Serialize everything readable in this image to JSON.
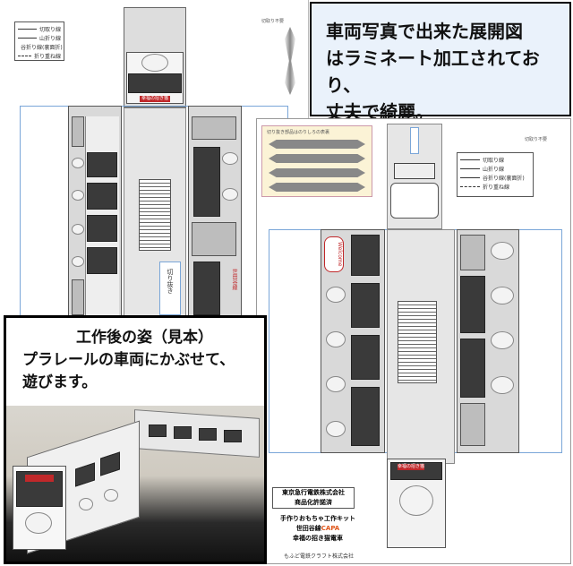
{
  "legend": {
    "items": [
      {
        "label": "切取り線",
        "style": "solid"
      },
      {
        "label": "山折り線",
        "style": "solid"
      },
      {
        "label": "谷折り線(裏面折)",
        "style": "solid"
      },
      {
        "label": "折り重ね線",
        "style": "dash"
      }
    ]
  },
  "sheet_left": {
    "corner_note": "切取り不要",
    "cut_label": "切り抜き",
    "front_plate": "幸福の招き猫",
    "side_banner": "世田谷線"
  },
  "sheet_right": {
    "header_note": "切り抜き部品はのりしろの表裏",
    "corner_note": "切取り不要",
    "welcome": "Welcome",
    "front_plate": "幸福の招き猫"
  },
  "callout_top": {
    "line1": "車両写真で出来た展開図",
    "line2": "はラミネート加工されており、",
    "line3": "丈夫で綺麗。"
  },
  "callout_bottom": {
    "line1": "工作後の姿（見本）",
    "line2": "プラレールの車両にかぶせて、",
    "line3": "遊びます。"
  },
  "credits": {
    "box_line1": "東京急行電鉄株式会社",
    "box_line2": "商品化許諾済",
    "kit_line1": "手作りおもちゃ工作キット",
    "kit_line2_a": "世田谷線",
    "kit_line2_b": "CAPA",
    "kit_line3": "幸福の招き猫電車",
    "maker": "もふど電鉄クラフト株式会社"
  },
  "colors": {
    "accent_red": "#c0282a",
    "kit_orange": "#e0561a",
    "callout_bg": "#eaf2fb",
    "outline_blue": "#7aa6d8",
    "swatch_bg": "#fbf3d6"
  }
}
